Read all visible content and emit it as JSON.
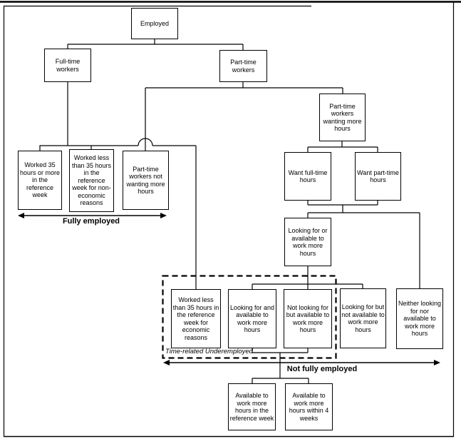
{
  "colors": {
    "ink": "#000000",
    "background": "#ffffff"
  },
  "nodes": {
    "employed": "Employed",
    "full_time_workers": "Full-time workers",
    "part_time_workers": "Part-time workers",
    "worked_35_or_more": "Worked 35 hours or more in the reference week",
    "worked_less_non_economic": "Worked less than 35 hours in the reference week for non-economic reasons",
    "pt_not_wanting_more": "Part-time workers not wanting more hours",
    "pt_wanting_more": "Part-time workers wanting more hours",
    "want_full_time": "Want full-time hours",
    "want_part_time": "Want part-time hours",
    "looking_or_available": "Looking for or available to work more hours",
    "worked_less_economic": "Worked less than 35 hours in the reference week for economic reasons",
    "looking_and_available": "Looking for and available to work more hours",
    "not_looking_but_available": "Not looking for but available to work more hours",
    "looking_but_not_available": "Looking for but not available to work more hours",
    "neither_looking_nor_available": "Neither looking for nor available to work more hours",
    "available_reference_week": "Available to work more hours in the reference week",
    "available_4_weeks": "Available to work more hours within 4 weeks"
  },
  "annotations": {
    "fully_employed": "Fully employed",
    "not_fully_employed": "Not fully employed",
    "time_related_underemployed": "Time-related Underemployed"
  }
}
